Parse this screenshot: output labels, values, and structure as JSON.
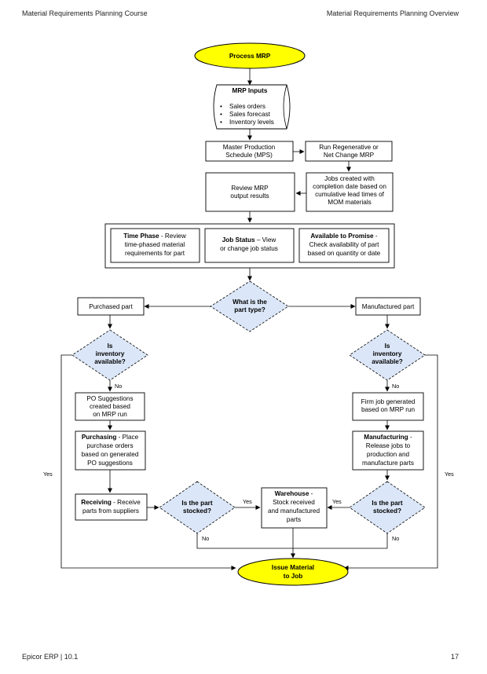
{
  "header": {
    "left": "Material Requirements Planning Course",
    "right": "Material Requirements Planning Overview"
  },
  "footer": {
    "left": "Epicor ERP | 10.1",
    "page": "17"
  },
  "flow": {
    "process_mrp": "Process MRP",
    "mrp_inputs_title": "MRP Inputs",
    "mrp_inputs": [
      "Sales orders",
      "Sales forecast",
      "Inventory levels"
    ],
    "mps": [
      "Master Production",
      "Schedule (MPS)"
    ],
    "run_regen": [
      "Run Regenerative or",
      "Net Change MRP"
    ],
    "jobs_created": [
      "Jobs created with",
      "completion date based on",
      "cumulative lead times of",
      "MOM materials"
    ],
    "review": [
      "Review MRP",
      "output results"
    ],
    "time_phase": {
      "bold": "Time Phase",
      "rest": " - Review",
      "lines": [
        "time-phased material",
        "requirements for part"
      ]
    },
    "job_status": {
      "bold": "Job Status",
      "rest": " – View",
      "lines": [
        "or change job status"
      ]
    },
    "atp": {
      "bold": "Available to Promise",
      "rest": " -",
      "lines": [
        "Check availability of part",
        "based on quantity or date"
      ]
    },
    "part_type_q": [
      "What is the",
      "part type?"
    ],
    "purchased": "Purchased part",
    "manufactured": "Manufactured part",
    "inv_avail_q": [
      "Is",
      "inventory",
      "available?"
    ],
    "no": "No",
    "yes": "Yes",
    "po_suggest": [
      "PO Suggestions",
      "created based",
      "on MRP run"
    ],
    "firm_job": [
      "Firm job generated",
      "based on MRP run"
    ],
    "purchasing": {
      "bold": "Purchasing",
      "rest": " - Place",
      "lines": [
        "purchase orders",
        "based on generated",
        "PO suggestions"
      ]
    },
    "manufacturing": {
      "bold": "Manufacturing",
      "rest": " -",
      "lines": [
        "Release jobs to",
        "production and",
        "manufacture parts"
      ]
    },
    "receiving": {
      "bold": "Receiving",
      "rest": " - Receive",
      "lines": [
        "parts from suppliers"
      ]
    },
    "stocked_q": [
      "Is the part",
      "stocked?"
    ],
    "warehouse": {
      "bold": "Warehouse",
      "rest": " -",
      "lines": [
        "Stock received",
        "and manufactured",
        "parts"
      ]
    },
    "issue": [
      "Issue Material",
      "to Job"
    ]
  }
}
